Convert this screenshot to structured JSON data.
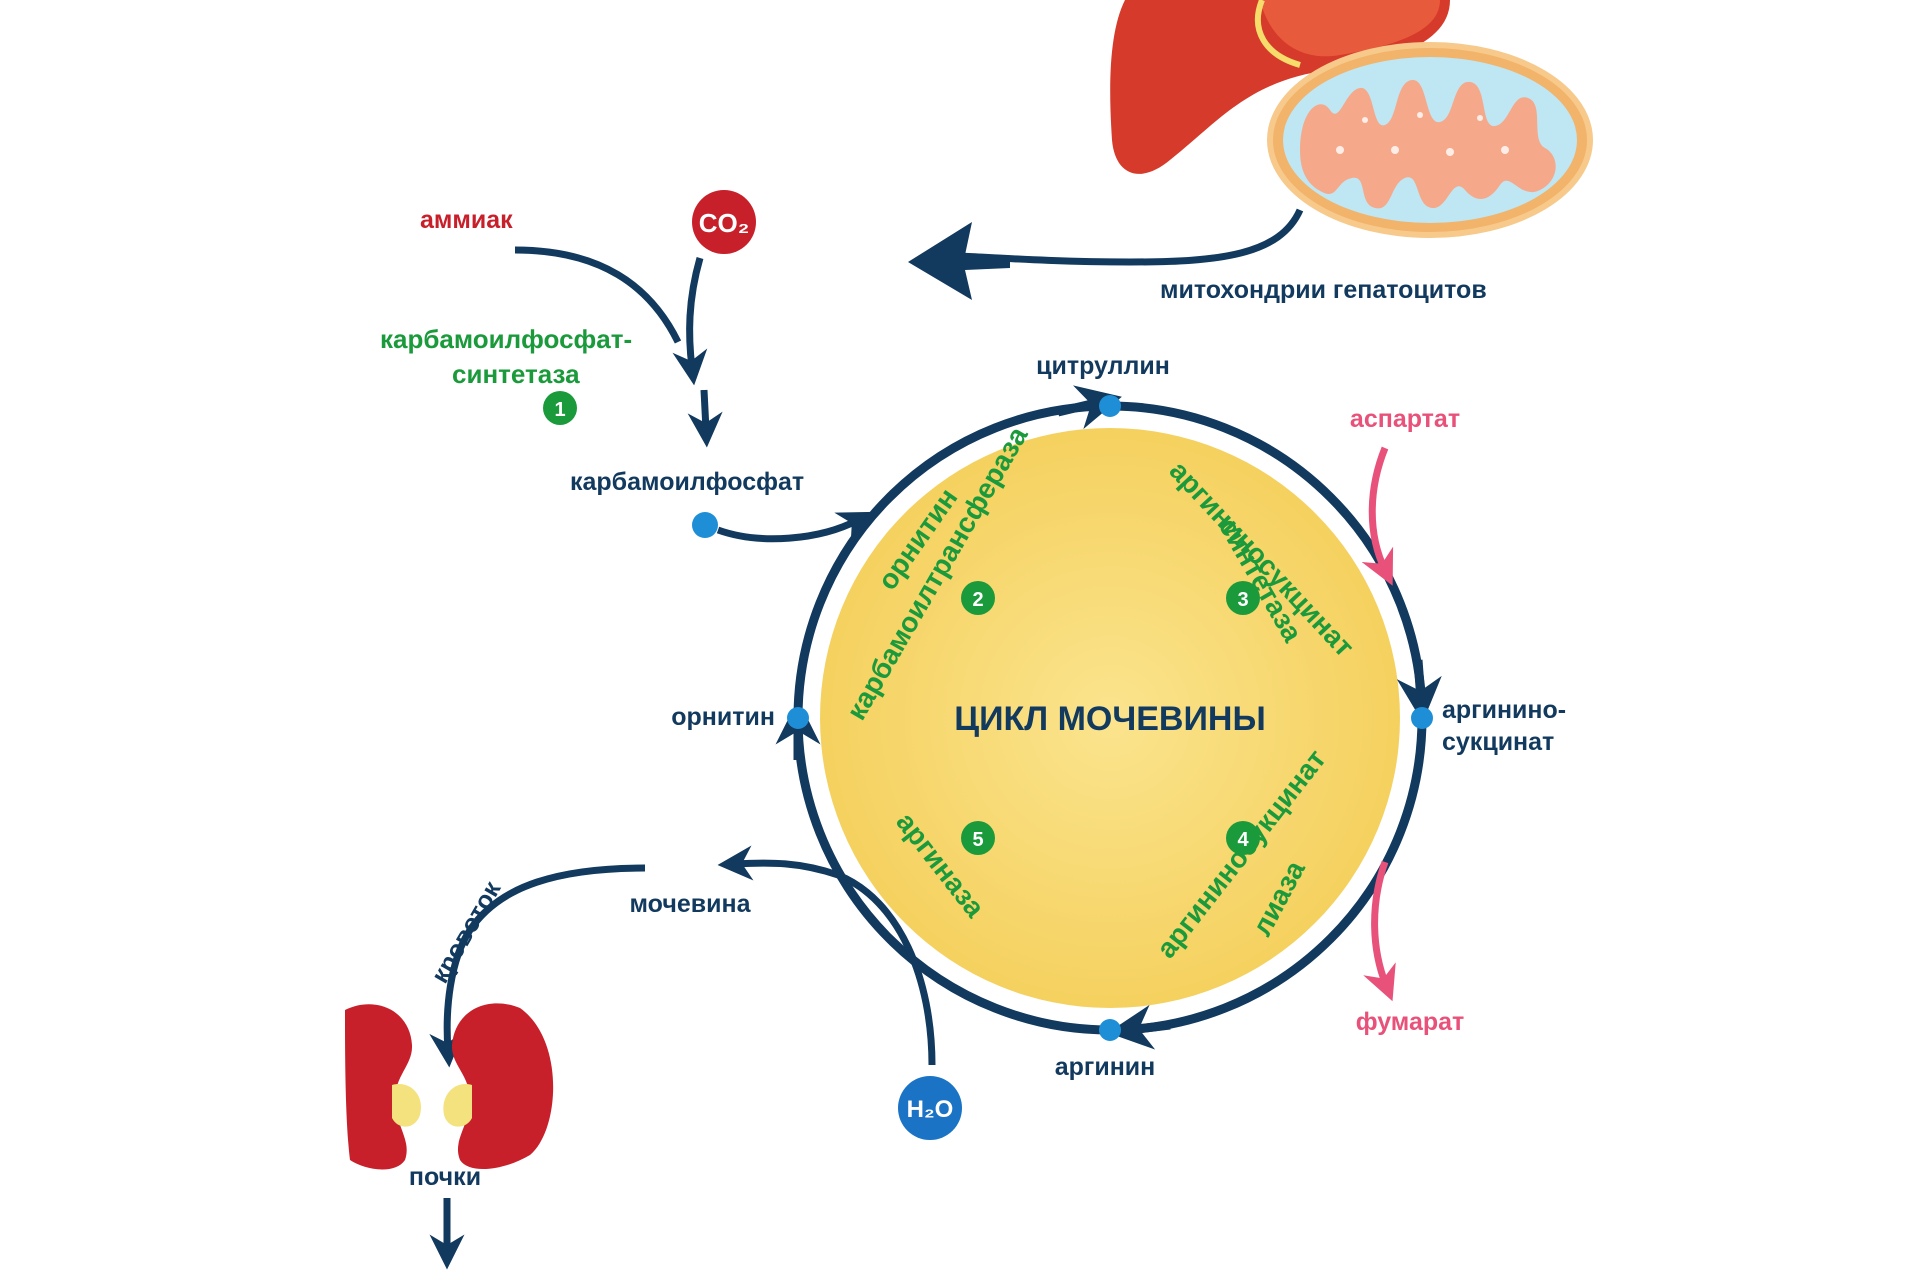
{
  "title": "ЦИКЛ МОЧЕВИНЫ",
  "colors": {
    "navy": "#12395e",
    "enzyme_green": "#1b9a3c",
    "ammonia_red": "#c8202b",
    "aspartate_pink": "#e8527a",
    "cycle_fill": "#f7d56a",
    "node_blue": "#1e8fd6"
  },
  "source": {
    "caption": "митохондрии гепатоцитов",
    "liver_icon": "liver-icon",
    "mitochondrion_icon": "mitochondrion-icon"
  },
  "inputs": {
    "ammonia": "аммиак",
    "co2": "CO₂",
    "water": "H₂O"
  },
  "enzymes": {
    "e1": {
      "num": "1",
      "line1": "карбамоилфосфат-",
      "line2": "синтетаза"
    },
    "e2": {
      "num": "2",
      "line1": "орнитин",
      "line2": "карбамоилтрансфераза"
    },
    "e3": {
      "num": "3",
      "line1": "аргининосукцинат",
      "line2": "синтетаза"
    },
    "e4": {
      "num": "4",
      "line1": "аргининосукцинат",
      "line2": "лиаза"
    },
    "e5": {
      "num": "5",
      "line1": "аргиназа"
    }
  },
  "metabolites": {
    "carbamoyl": "карбамоилфосфат",
    "citrulline": "цитруллин",
    "aspartate": "аспартат",
    "argsucc_line1": "аргинино-",
    "argsucc_line2": "сукцинат",
    "fumarate": "фумарат",
    "arginine": "аргинин",
    "ornithine": "орнитин",
    "urea": "мочевина"
  },
  "excretion": {
    "bloodstream": "кровоток",
    "kidneys": "почки",
    "kidney_icon": "kidney-icon"
  }
}
